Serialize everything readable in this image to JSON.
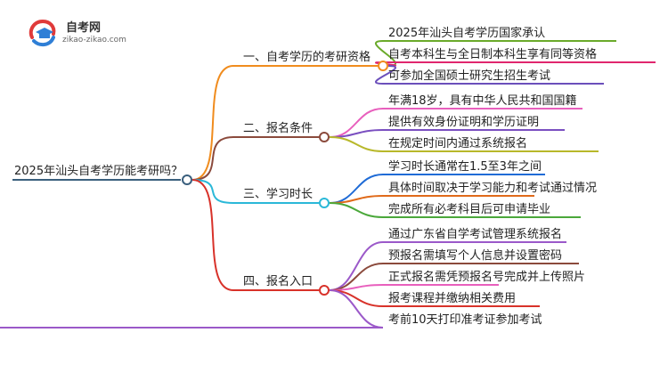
{
  "logo": {
    "name": "自考网",
    "url": "zikao-zikao.com"
  },
  "root": {
    "label": "2025年汕头自考学历能考研吗？",
    "color": "#3a5f7d"
  },
  "branches": [
    {
      "label": "一、自考学历的考研资格",
      "color": "#f08c1e",
      "children": [
        {
          "label": "2025年汕头自考学历国家承认",
          "color": "#6aaa2a"
        },
        {
          "label": "自考本科生与全日制本科生享有同等资格",
          "color": "#e0266e"
        },
        {
          "label": "可参加全国硕士研究生招生考试",
          "color": "#6b4fbb"
        }
      ]
    },
    {
      "label": "二、报名条件",
      "color": "#8b4a3c",
      "children": [
        {
          "label": "年满18岁，具有中华人民共和国国籍",
          "color": "#e85fbd"
        },
        {
          "label": "提供有效身份证明和学历证明",
          "color": "#7a4fc0"
        },
        {
          "label": "在规定时间内通过系统报名",
          "color": "#b8b82a"
        }
      ]
    },
    {
      "label": "三、学习时长",
      "color": "#2ab8d8",
      "children": [
        {
          "label": "学习时长通常在1.5至3年之间",
          "color": "#1f6bd6"
        },
        {
          "label": "具体时间取决于学习能力和考试通过情况",
          "color": "#e06a1a"
        },
        {
          "label": "完成所有必考科目后可申请毕业",
          "color": "#4aa83a"
        }
      ]
    },
    {
      "label": "四、报名入口",
      "color": "#d8322a",
      "children": [
        {
          "label": "通过广东省自学考试管理系统报名",
          "color": "#9b59c9"
        },
        {
          "label": "预报名需填写个人信息并设置密码",
          "color": "#8b4a3c"
        },
        {
          "label": "正式报名需凭预报名号完成并上传照片",
          "color": "#e85fbd"
        },
        {
          "label": "报考课程并缴纳相关费用",
          "color": "#d8322a"
        },
        {
          "label": "考前10天打印准考证参加考试",
          "color": "#9b59c9"
        }
      ]
    }
  ]
}
